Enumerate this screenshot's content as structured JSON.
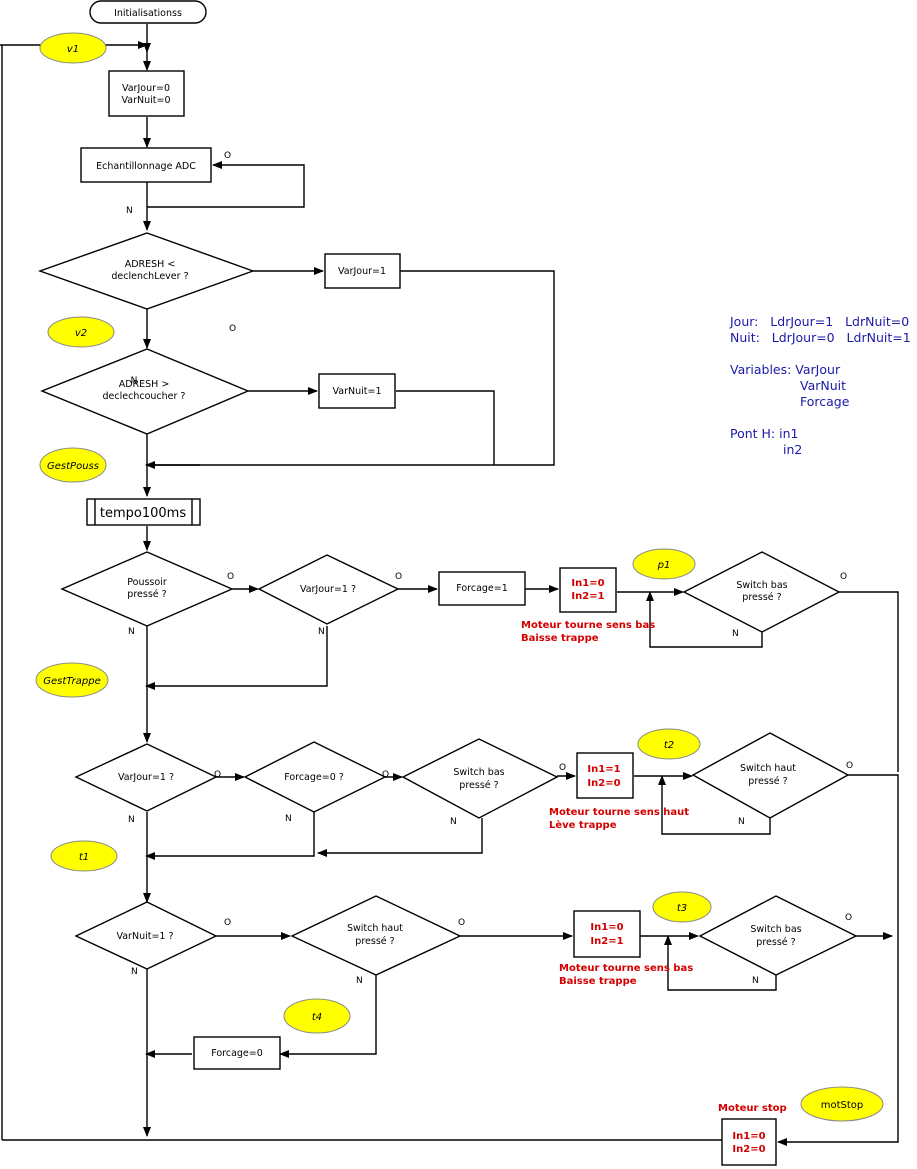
{
  "start": "Initialisationss",
  "labels": {
    "v1": "v1",
    "v2": "v2",
    "gest_pouss": "GestPouss",
    "gest_trappe": "GestTrappe",
    "t1": "t1",
    "t2": "t2",
    "t3": "t3",
    "t4": "t4",
    "p1": "p1",
    "mot_stop": "motStop"
  },
  "boxes": {
    "init_vars": [
      "VarJour=0",
      "VarNuit=0"
    ],
    "adc": "Echantillonnage ADC",
    "varjour_set": "VarJour=1",
    "varnuit_set": "VarNuit=1",
    "tempo": "tempo100ms",
    "forcage_set": "Forcage=1",
    "forcage_reset": "Forcage=0",
    "motor_down_1": [
      "In1=0",
      "In2=1"
    ],
    "motor_up": [
      "In1=1",
      "In2=0"
    ],
    "motor_down_2": [
      "In1=0",
      "In2=1"
    ],
    "motor_stop": [
      "In1=0",
      "In2=0"
    ]
  },
  "decisions": {
    "adresh_lever": [
      "ADRESH <",
      "declenchLever ?"
    ],
    "adresh_coucher": [
      "ADRESH >",
      "declechcoucher ?"
    ],
    "poussoir": [
      "Poussoir",
      "pressé  ?"
    ],
    "varjour_q1": "VarJour=1  ?",
    "switch_bas_1": [
      "Switch  bas",
      "pressé  ?"
    ],
    "varjour_q2": "VarJour=1  ?",
    "forcage_q": "Forcage=0 ?",
    "switch_bas_2": [
      "Switch bas",
      "pressé  ?"
    ],
    "switch_haut_1": [
      "Switch haut",
      "pressé  ?"
    ],
    "varnuit_q": "VarNuit=1  ?",
    "switch_haut_2": [
      "Switch haut",
      "pressé  ?"
    ],
    "switch_bas_3": [
      "Switch bas",
      "pressé  ?"
    ]
  },
  "branch": {
    "yes": "O",
    "no": "N",
    "stray": "N"
  },
  "annotations": {
    "motor_down_1": [
      "Moteur tourne sens bas",
      "Baisse trappe"
    ],
    "motor_up": [
      "Moteur tourne sens haut",
      "Lève trappe"
    ],
    "motor_down_2": [
      "Moteur tourne sens bas",
      "Baisse trappe"
    ],
    "motor_stop": "Moteur stop"
  },
  "legend": [
    "Jour:   LdrJour=1   LdrNuit=0",
    "Nuit:   LdrJour=0   LdrNuit=1",
    "Variables: VarJour",
    "VarNuit",
    "Forcage",
    "Pont H: in1",
    "in2"
  ],
  "colors": {
    "ellipse": "#ffff00",
    "annotation": "#d40000",
    "legend": "#1a1aa6"
  }
}
